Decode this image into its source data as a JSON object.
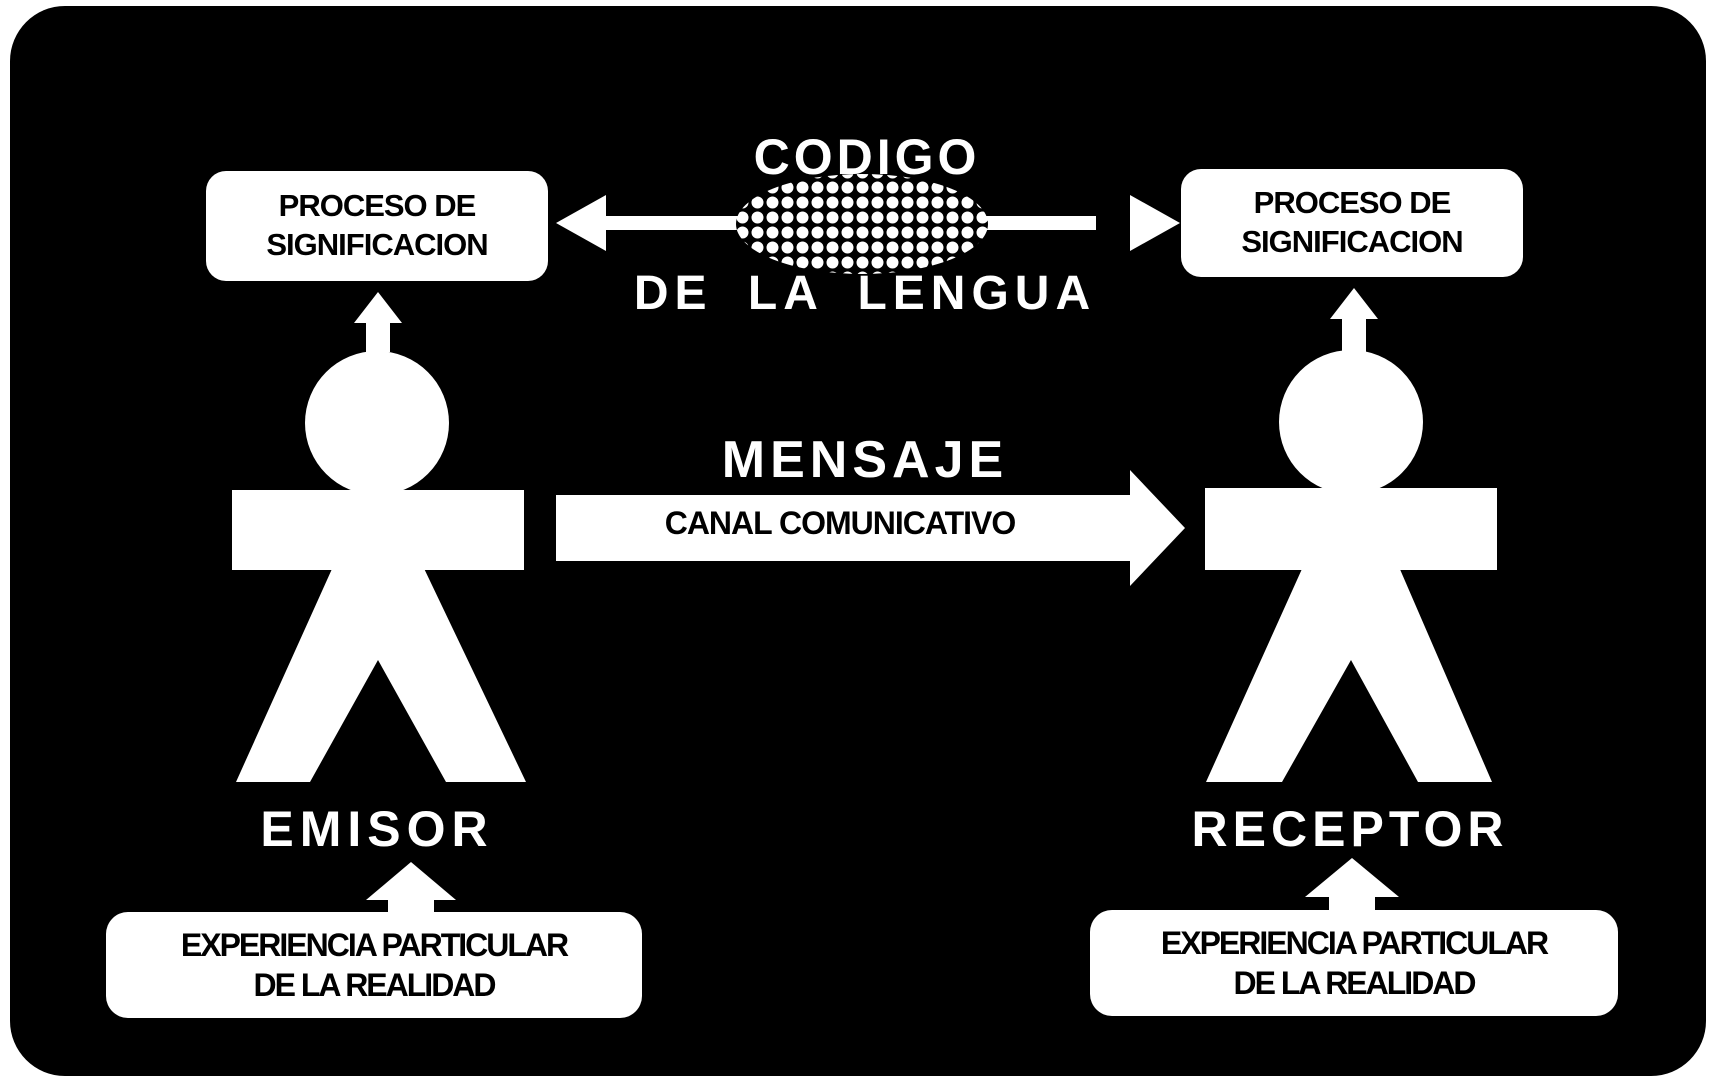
{
  "codigo": {
    "top_label": "CODIGO",
    "bottom_label": "DE LA LENGUA"
  },
  "emisor": {
    "label": "EMISOR",
    "process_box": [
      "PROCESO DE",
      "SIGNIFICACION"
    ],
    "experience_box": [
      "EXPERIENCIA PARTICULAR",
      "DE LA REALIDAD"
    ]
  },
  "receptor": {
    "label": "RECEPTOR",
    "process_box": [
      "PROCESO DE",
      "SIGNIFICACION"
    ],
    "experience_box": [
      "EXPERIENCIA PARTICULAR",
      "DE LA REALIDAD"
    ]
  },
  "mensaje": {
    "title": "MENSAJE",
    "channel_label": "CANAL COMUNICATIVO"
  },
  "colors": {
    "background": "#000000",
    "foreground": "#ffffff"
  }
}
